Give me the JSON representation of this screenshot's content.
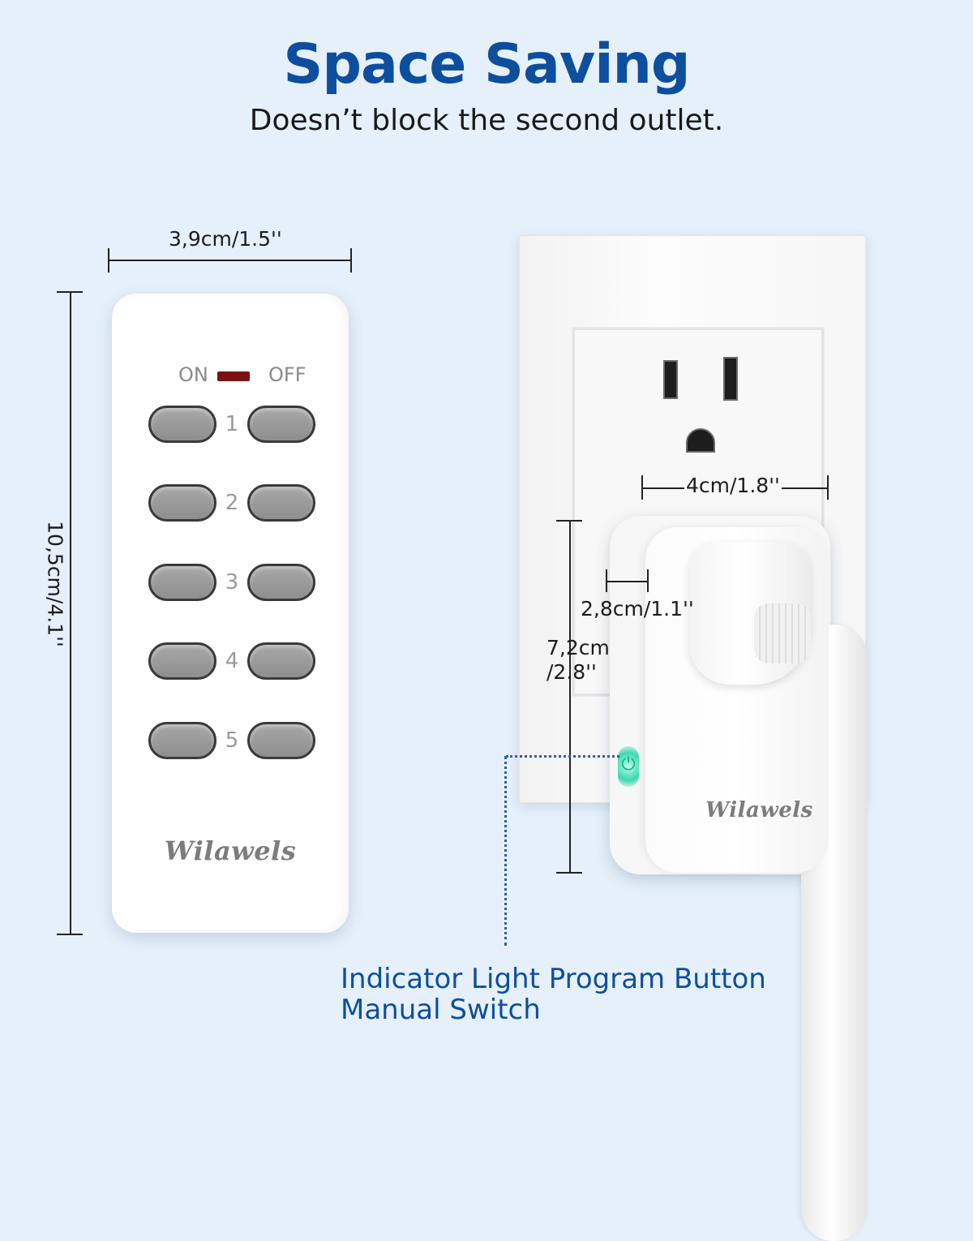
{
  "header": {
    "title": "Space Saving",
    "subtitle": "Doesn’t block the second outlet."
  },
  "remote": {
    "width_label": "3,9cm/1.5''",
    "height_label": "10,5cm/4.1''",
    "on_label": "ON",
    "off_label": "OFF",
    "channels": [
      "1",
      "2",
      "3",
      "4",
      "5"
    ],
    "brand": "Wilawels"
  },
  "plug": {
    "width_label": "4cm/1.8''",
    "depth_label": "2,8cm/1.1''",
    "height_label_line1": "7,2cm",
    "height_label_line2": "/2.8''",
    "brand": "Wilawels",
    "indicator_icon": "power-icon"
  },
  "features": {
    "line1": "Indicator Light Program Button",
    "line2": "Manual Switch"
  },
  "colors": {
    "background": "#e6f0fa",
    "accent": "#0d4f9e",
    "led": "#7a1212",
    "indicator": "#3dd8b0"
  }
}
